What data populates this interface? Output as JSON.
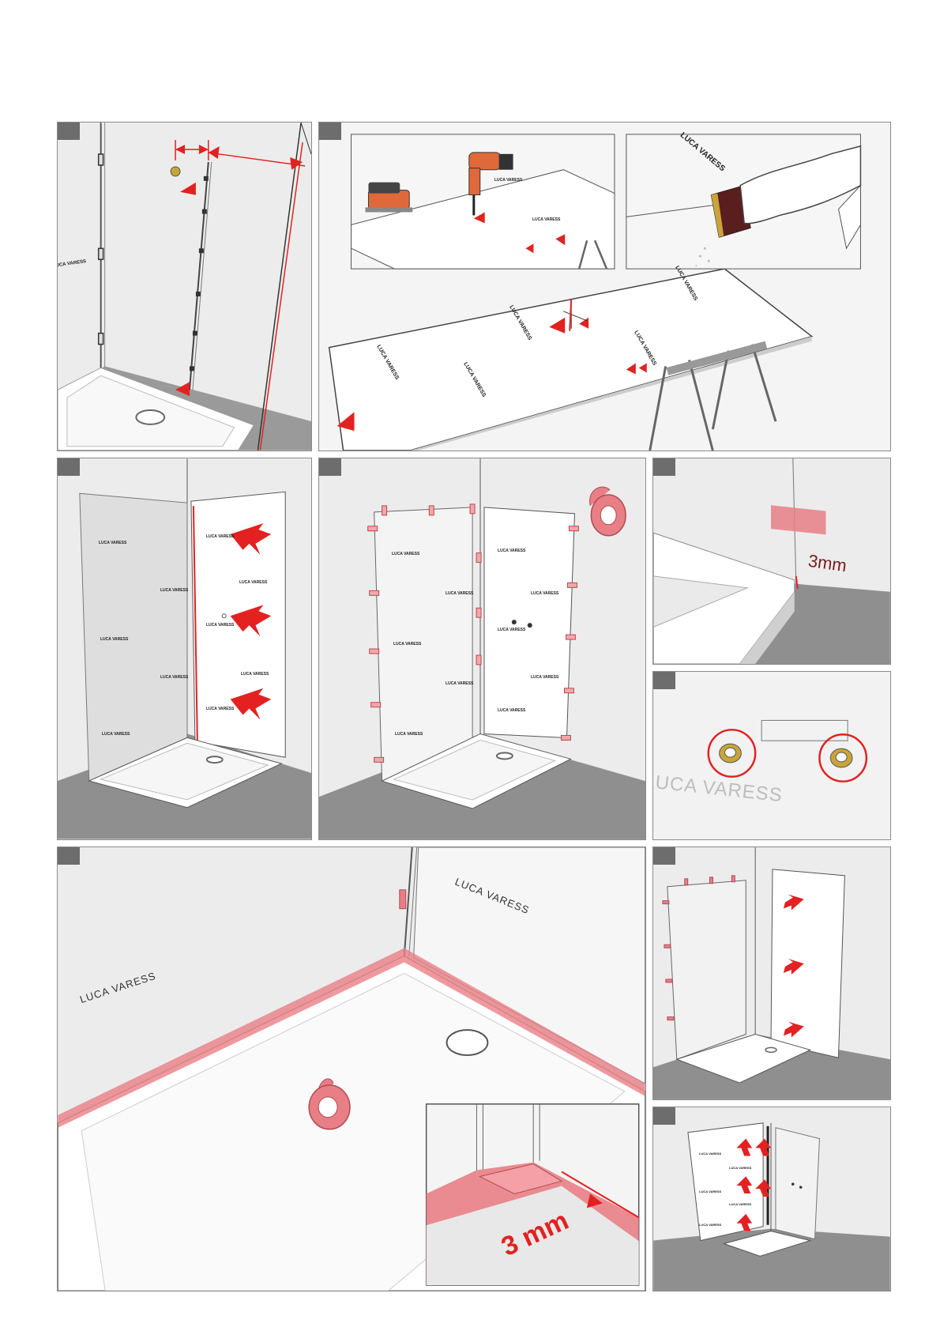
{
  "brand": "LUCA VARESS",
  "measurement": "3mm",
  "measurement_inset": "3 mm",
  "colors": {
    "accent_red": "#e32121",
    "tape_pink": "#e87f86",
    "panel_border": "#8a8a8a",
    "step_tag": "#6d6d6d",
    "wall": "#ececec",
    "floor": "#8f8f8f"
  },
  "icons": [
    "jigsaw-icon",
    "drill-icon",
    "sanding-block-icon",
    "hand-icon",
    "tape-roll-icon",
    "arrow-icon",
    "mounting-bracket-icon",
    "drain-icon"
  ]
}
